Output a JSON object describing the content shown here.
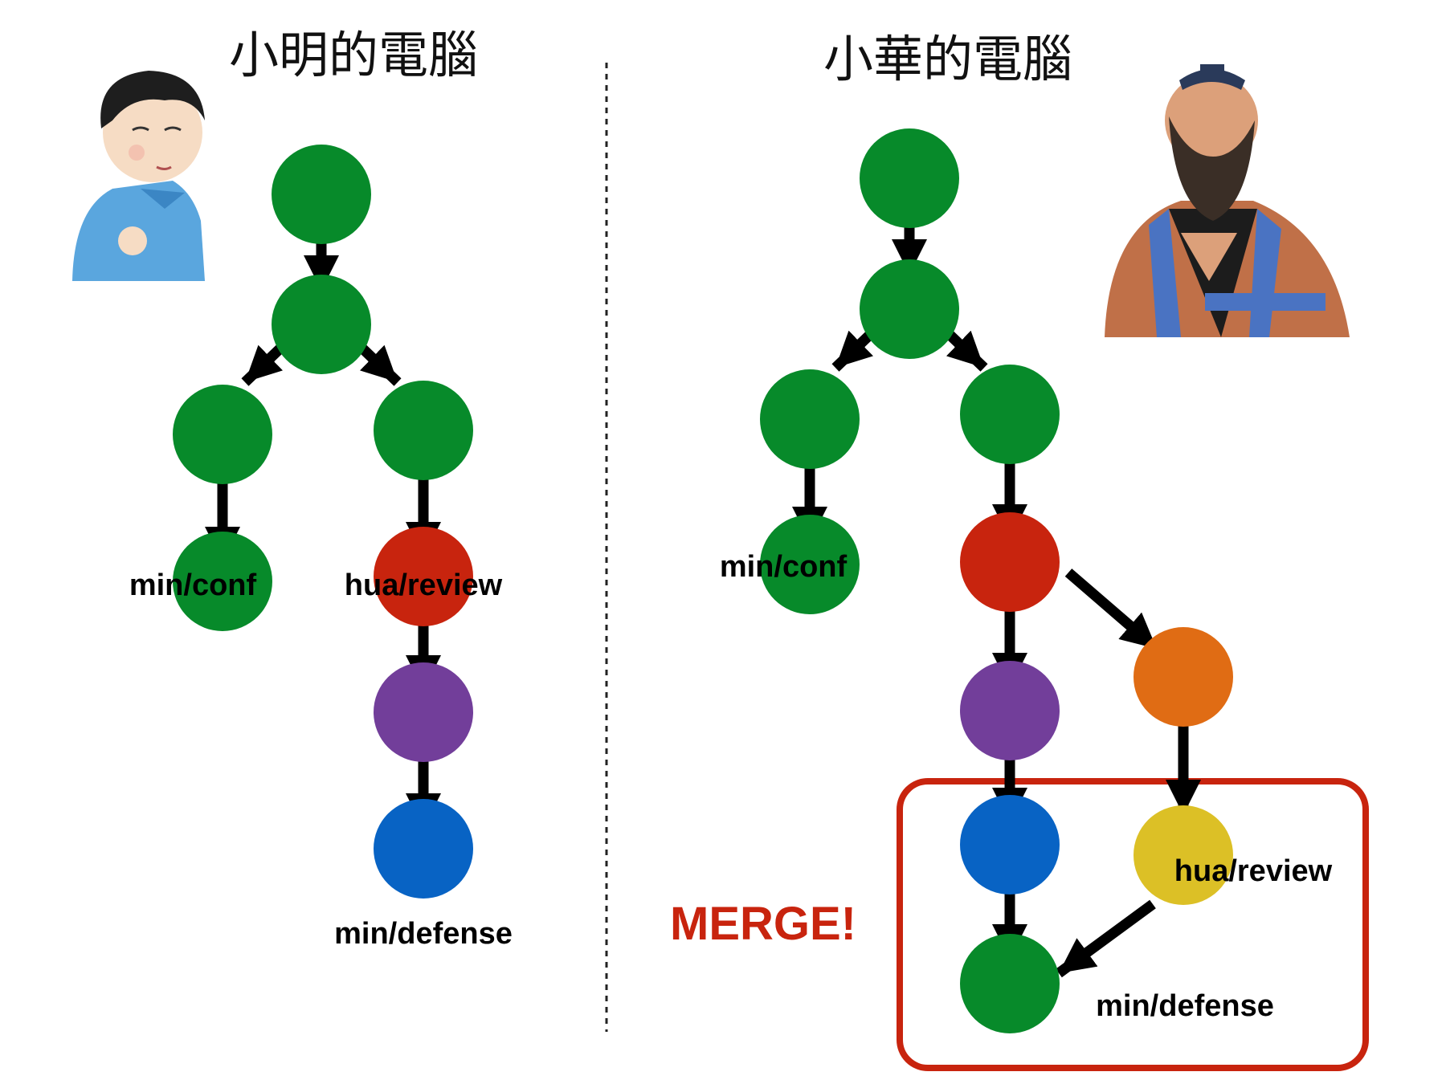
{
  "left": {
    "heading": "小明的電腦",
    "labels": {
      "min_conf": "min/conf",
      "hua_review": "hua/review",
      "min_defense": "min/defense"
    }
  },
  "right": {
    "heading": "小華的電腦",
    "labels": {
      "min_conf": "min/conf",
      "hua_review": "hua/review",
      "min_defense": "min/defense"
    },
    "merge_label": "MERGE!"
  },
  "colors": {
    "green": "#078a2a",
    "red": "#c8240e",
    "purple": "#723e9a",
    "blue": "#0863c4",
    "orange": "#e06c14",
    "yellow": "#dcc026",
    "arrow": "#000000",
    "merge_box": "#c8240e"
  },
  "icons": {
    "left_person": "boy-illustration",
    "right_person": "confucius-illustration"
  }
}
